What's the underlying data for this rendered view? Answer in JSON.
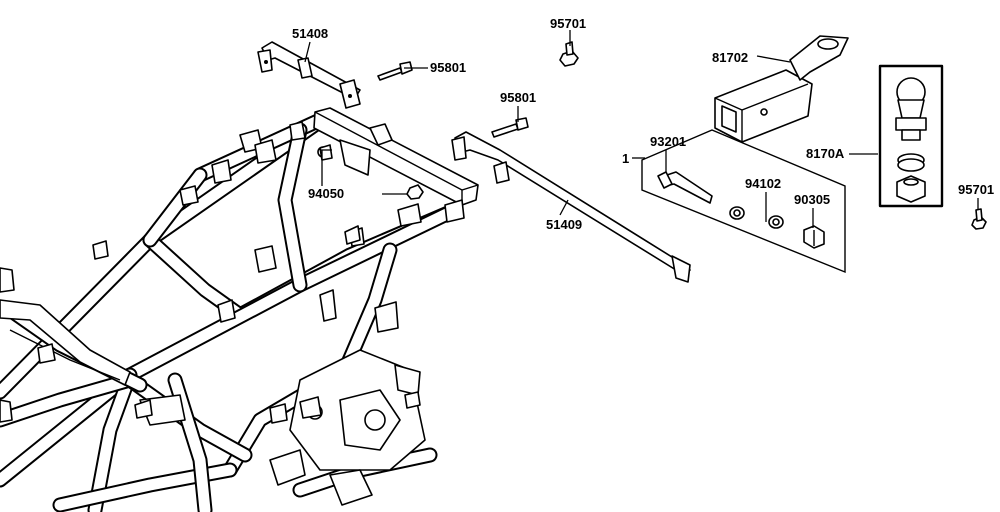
{
  "parts": {
    "p51408": "51408",
    "p95801a": "95801",
    "p95701a": "95701",
    "p81702": "81702",
    "p95801b": "95801",
    "p93201": "93201",
    "p1": "1",
    "p8170A": "8170A",
    "p94050": "94050",
    "p94102": "94102",
    "p90305": "90305",
    "p95701b": "95701",
    "p51409": "51409"
  }
}
